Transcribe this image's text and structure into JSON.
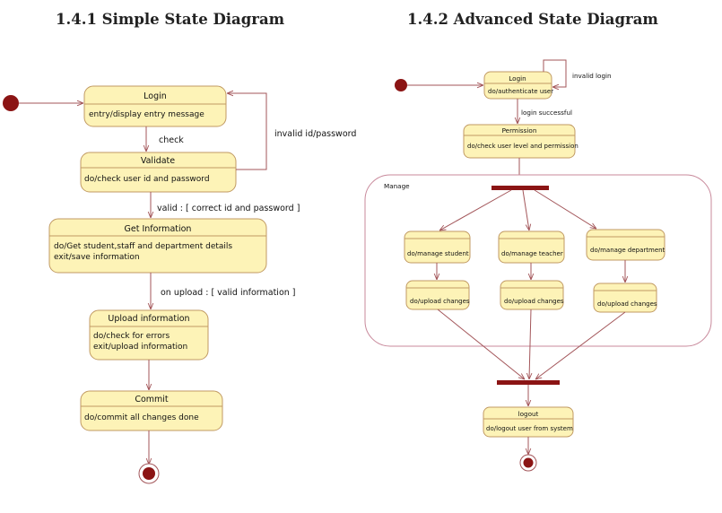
{
  "headings": {
    "simple": "1.4.1 Simple State Diagram",
    "advanced": "1.4.2 Advanced State Diagram"
  },
  "simple": {
    "login": {
      "name": "Login",
      "activities": [
        "entry/display entry message"
      ]
    },
    "validate": {
      "name": "Validate",
      "activities": [
        "do/check user id and password"
      ]
    },
    "get_information": {
      "name": "Get Information",
      "activities": [
        "do/Get student,staff and department details",
        "exit/save information"
      ]
    },
    "upload_information": {
      "name": "Upload information",
      "activities": [
        "do/check for errors",
        "exit/upload information"
      ]
    },
    "commit": {
      "name": "Commit",
      "activities": [
        "do/commit all changes done"
      ]
    },
    "edges": {
      "check": "check",
      "invalid": "invalid id/password",
      "valid": "valid : [ correct id and password ]",
      "on_upload": "on upload : [ valid information ]"
    }
  },
  "advanced": {
    "login": {
      "name": "Login",
      "activity": "do/authenticate user"
    },
    "permission": {
      "name": "Permission",
      "activity": "do/check user level and permission"
    },
    "manage_label": "Manage",
    "manage_student": "do/manage student",
    "manage_teacher": "do/manage teacher",
    "manage_department": "do/manage department",
    "upload_changes": "do/upload changes",
    "logout": {
      "name": "logout",
      "activity": "do/logout user from system"
    },
    "edges": {
      "invalid_login": "invalid login",
      "login_successful": "login successful"
    }
  },
  "colors": {
    "state_fill": "#fdf3b7",
    "state_border": "#c19a63",
    "edge": "#a3565a",
    "node": "#8b1414",
    "fork_bar": "#8b1414"
  }
}
